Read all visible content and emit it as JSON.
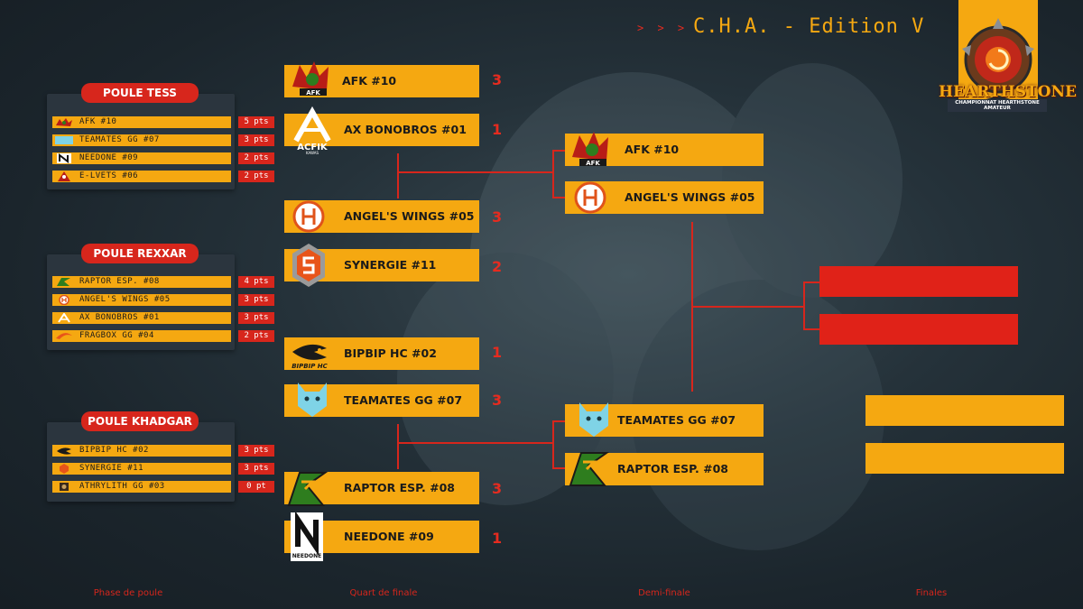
{
  "header": {
    "arrows": "> > >",
    "title": "C.H.A. - Edition V"
  },
  "logo": {
    "word": "HEARTHSTONE",
    "subtitle": "CHAMPIONNAT HEARTHSTONE AMATEUR"
  },
  "pools": [
    {
      "name": "POULE TESS",
      "rows": [
        {
          "team": "AFK #10",
          "pts": "5 pts"
        },
        {
          "team": "TEAMATES GG #07",
          "pts": "3 pts"
        },
        {
          "team": "NEEDONE #09",
          "pts": "2 pts"
        },
        {
          "team": "E-LVETS #06",
          "pts": "2 pts"
        }
      ]
    },
    {
      "name": "POULE REXXAR",
      "rows": [
        {
          "team": "RAPTOR ESP. #08",
          "pts": "4 pts"
        },
        {
          "team": "ANGEL'S WINGS #05",
          "pts": "3 pts"
        },
        {
          "team": "AX BONOBROS #01",
          "pts": "3 pts"
        },
        {
          "team": "FRAGBOX GG #04",
          "pts": "2 pts"
        }
      ]
    },
    {
      "name": "POULE KHADGAR",
      "rows": [
        {
          "team": "BIPBIP HC #02",
          "pts": "3 pts"
        },
        {
          "team": "SYNERGIE #11",
          "pts": "3 pts"
        },
        {
          "team": "ATHRYLITH GG #03",
          "pts": "0 pt"
        }
      ]
    }
  ],
  "quarterfinals": [
    {
      "team": "AFK #10",
      "score": "3"
    },
    {
      "team": "AX BONOBROS #01",
      "score": "1"
    },
    {
      "team": "ANGEL'S WINGS #05",
      "score": "3"
    },
    {
      "team": "SYNERGIE #11",
      "score": "2"
    },
    {
      "team": "BIPBIP HC #02",
      "score": "1"
    },
    {
      "team": "TEAMATES GG #07",
      "score": "3"
    },
    {
      "team": "RAPTOR ESP. #08",
      "score": "3"
    },
    {
      "team": "NEEDONE #09",
      "score": "1"
    }
  ],
  "semifinals": [
    {
      "team": "AFK #10"
    },
    {
      "team": "ANGEL'S WINGS #05"
    },
    {
      "team": "TEAMATES GG #07"
    },
    {
      "team": "RAPTOR ESP. #08"
    }
  ],
  "logo_texts": {
    "axbonobros": "ACFIK",
    "axbonobros_sub": "KAWAS",
    "bipbip": "BIPBIP HC",
    "needone": "NEEDONE",
    "afk": "AFK"
  },
  "columns": {
    "pools": "Phase de poule",
    "quarters": "Quart de finale",
    "semis": "Demi-finale",
    "finals": "Finales"
  },
  "colors": {
    "accent": "#f5a811",
    "red": "#d7261c",
    "bg": "#1e2930"
  }
}
